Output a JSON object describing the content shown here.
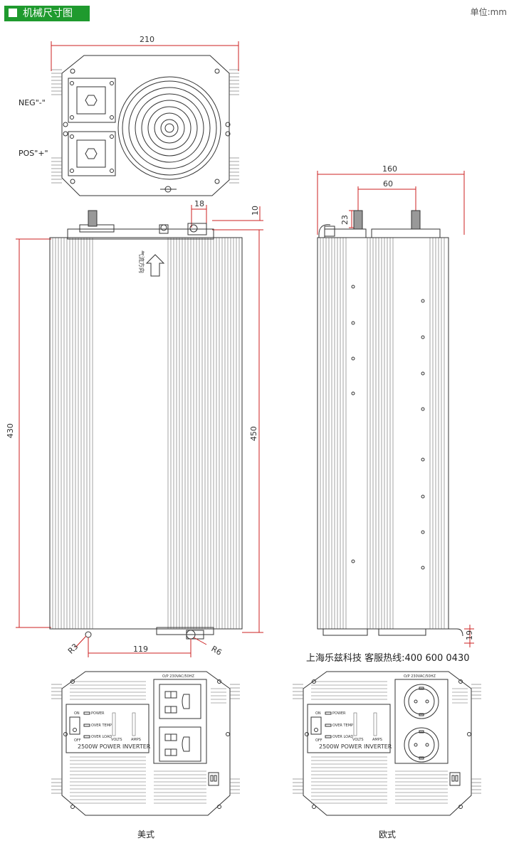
{
  "header": {
    "title": "机械尺寸图",
    "unit": "单位:mm"
  },
  "top_view": {
    "width_dim": "210",
    "neg_label": "NEG\"-\"",
    "pos_label": "POS\"+\""
  },
  "front_view": {
    "height_dim": "430",
    "length_dim": "450",
    "hole_offset_dim": "18",
    "top_offset_dim": "10",
    "bottom_span_dim": "119",
    "r3_label": "R3",
    "r6_label": "R6",
    "airflow_label": "气流方向"
  },
  "side_view": {
    "depth_dim": "160",
    "terminal_spacing_dim": "60",
    "terminal_height_dim": "23",
    "foot_height_dim": "19"
  },
  "company_line": "上海乐兹科技 客服热线:400 600 0430",
  "panels": {
    "us": {
      "caption": "美式",
      "output_rating": "O/P 230VAC/50HZ",
      "model": "2500W POWER INVERTER",
      "switch_on": "ON",
      "switch_off": "OFF",
      "leds": [
        "POWER",
        "OVER TEMP",
        "OVER LOAD"
      ],
      "volts_label": "VOLTS",
      "amps_label": "AMPS"
    },
    "eu": {
      "caption": "欧式",
      "output_rating": "O/P 230VAC/50HZ",
      "model": "2500W POWER INVERTER",
      "switch_on": "ON",
      "switch_off": "OFF",
      "leds": [
        "POWER",
        "OVER TEMP",
        "OVER LOAD"
      ],
      "volts_label": "VOLTS",
      "amps_label": "AMPS"
    }
  }
}
